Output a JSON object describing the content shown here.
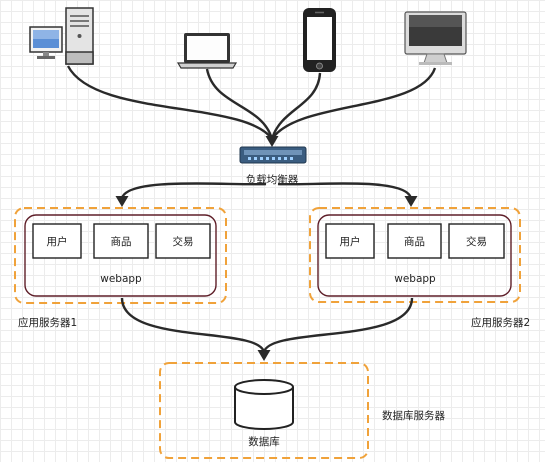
{
  "diagram": {
    "clients": [
      {
        "icon": "desktop-computer-icon"
      },
      {
        "icon": "laptop-icon"
      },
      {
        "icon": "smartphone-icon"
      },
      {
        "icon": "monitor-icon"
      }
    ],
    "load_balancer": {
      "label": "负载均衡器",
      "icon": "network-switch-icon"
    },
    "app_servers": [
      {
        "label": "应用服务器1",
        "app_label": "webapp",
        "modules": [
          "用户",
          "商品",
          "交易"
        ]
      },
      {
        "label": "应用服务器2",
        "app_label": "webapp",
        "modules": [
          "用户",
          "商品",
          "交易"
        ]
      }
    ],
    "database": {
      "label": "数据库",
      "server_label": "数据库服务器",
      "icon": "database-cylinder-icon"
    }
  },
  "colors": {
    "server_dashed_border": "#f0a23a",
    "webapp_border": "#5e1e28",
    "connector": "#2a2a2a",
    "switch": "#3b5d80"
  }
}
